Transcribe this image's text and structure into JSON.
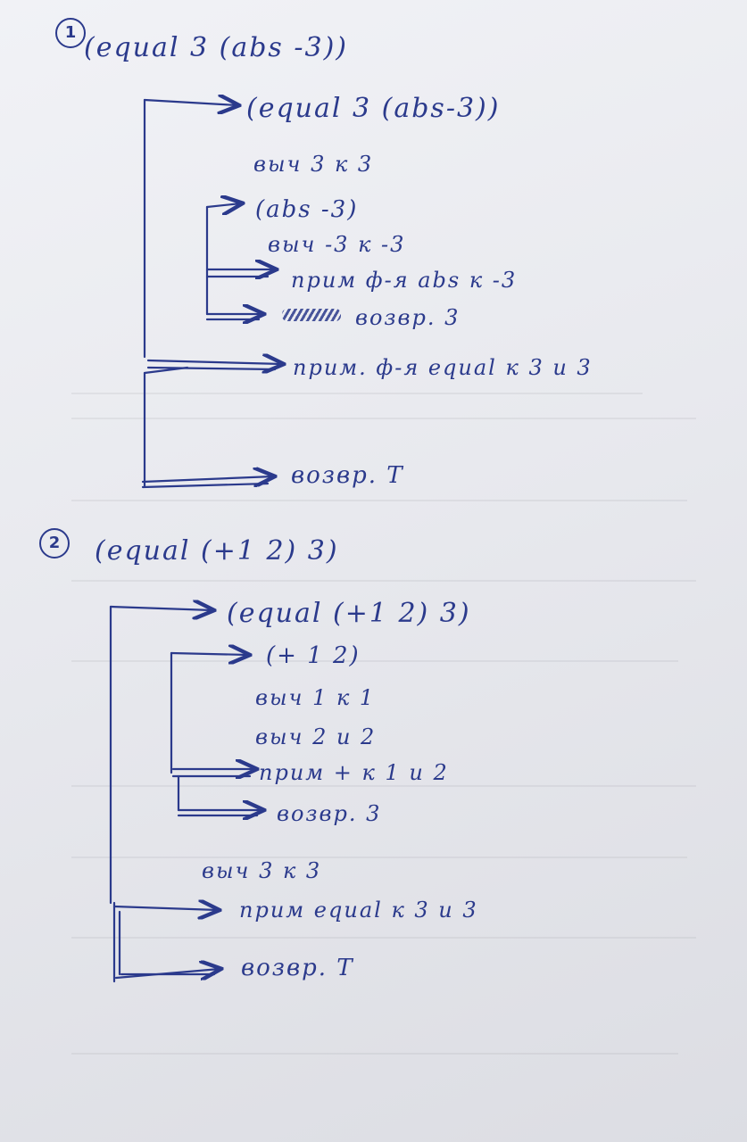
{
  "part1": {
    "number": "1",
    "heading": "(equal 3 (abs -3))",
    "lines": [
      "(equal 3 (abs-3))",
      "выч 3 к 3",
      "(abs -3)",
      "выч -3 к -3",
      "прим ф-я abs к -3",
      "возвр. 3",
      "прим. ф-я equal к 3 и 3",
      "возвр. T"
    ]
  },
  "part2": {
    "number": "2",
    "heading": "(equal (+1 2) 3)",
    "lines": [
      "(equal (+1 2) 3)",
      "(+ 1 2)",
      "выч 1 к 1",
      "выч 2 и 2",
      "прим + к 1 и 2",
      "возвр. 3",
      "выч 3 к 3",
      "прим equal к 3 и 3",
      "возвр. T"
    ]
  },
  "colors": {
    "ink": "#2b3a8c",
    "paper": "#ebecf1"
  }
}
